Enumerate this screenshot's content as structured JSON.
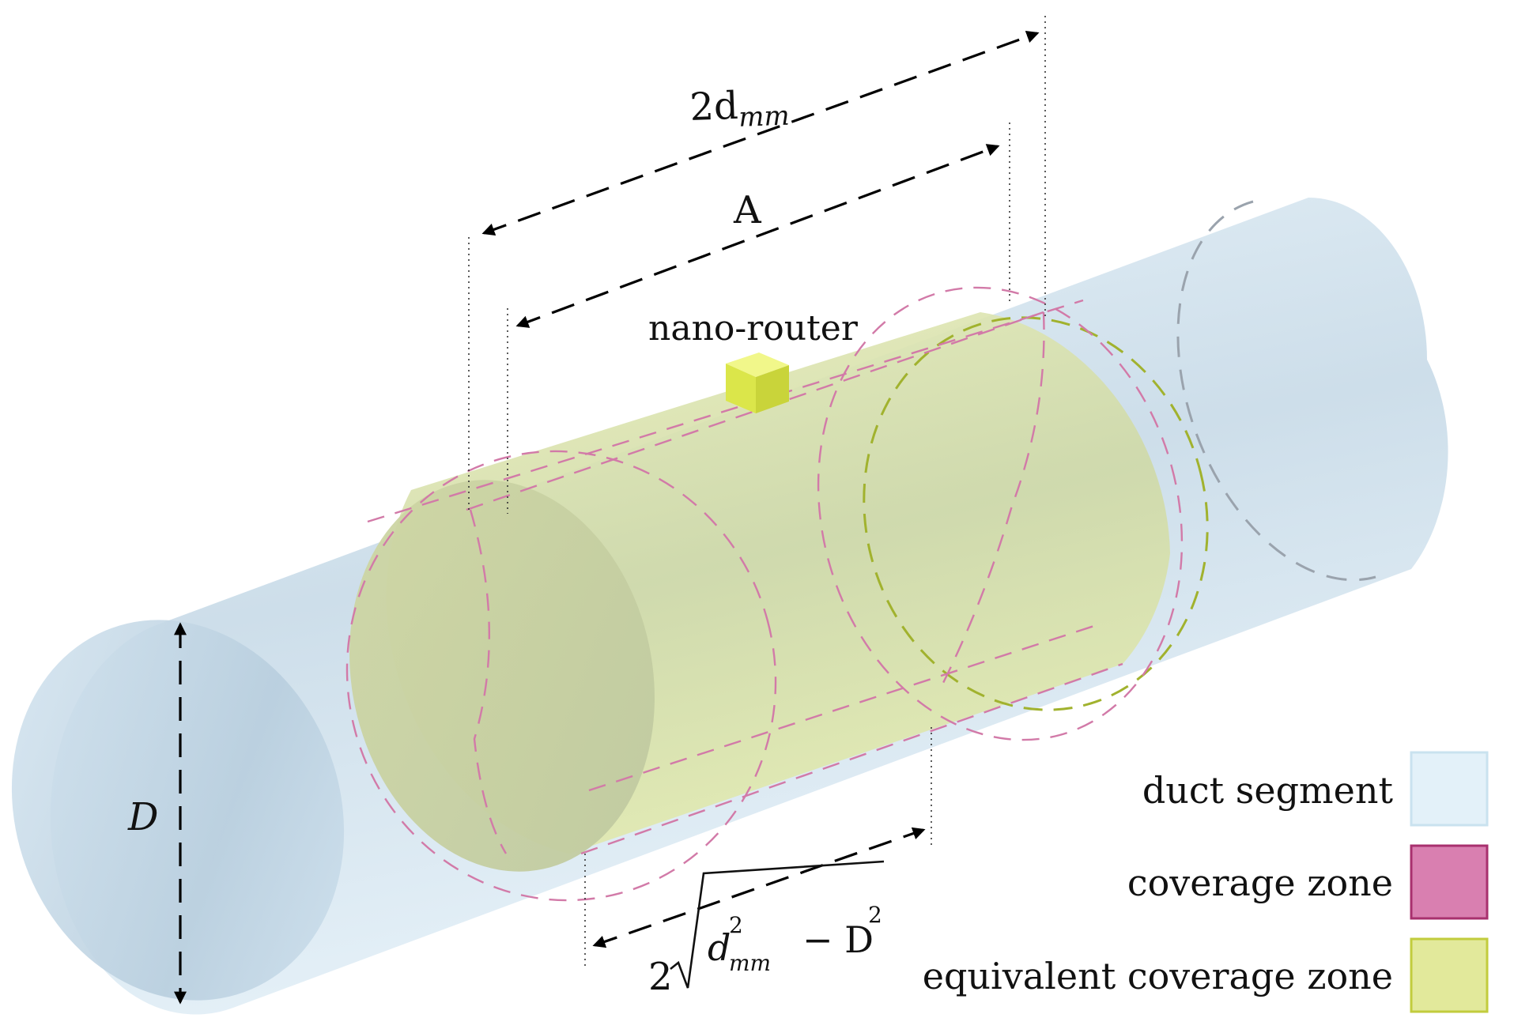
{
  "labels": {
    "two_d_mm_main": "2d",
    "two_d_mm_sub": "mm",
    "a": "A",
    "router": "nano-router",
    "d": "D",
    "bottom_coef": "2",
    "bottom_d": "d",
    "bottom_sup": "2",
    "bottom_sub": "mm",
    "bottom_minus": "− D",
    "bottom_sup2": "2"
  },
  "legend": {
    "items": [
      {
        "label": "duct segment",
        "fill": "#e3f1f9",
        "stroke": "#c9e2ef"
      },
      {
        "label": "coverage zone",
        "fill": "#d97fb0",
        "stroke": "#a8306e"
      },
      {
        "label": "equivalent coverage zone",
        "fill": "#e2e99b",
        "stroke": "#c2cc3d"
      }
    ]
  },
  "colors": {
    "duct": "#dcecf5",
    "duct_shade": "#b9d0de",
    "zone": "#dfe8a9",
    "zone_face": "#c8d3a3",
    "coverage_stroke": "#d27aa8",
    "router": "#e4ef52",
    "dashed_green": "#9eb02b"
  }
}
